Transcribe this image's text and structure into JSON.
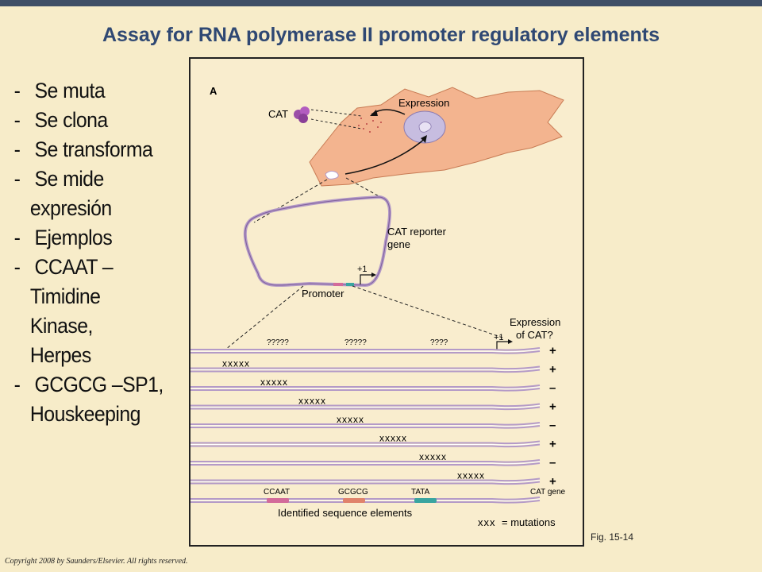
{
  "slide": {
    "title": "Assay for RNA polymerase II promoter regulatory elements",
    "bullets": [
      {
        "text": "Se muta",
        "dash": true
      },
      {
        "text": "Se clona",
        "dash": true
      },
      {
        "text": "Se transforma",
        "dash": true
      },
      {
        "text": "Se mide",
        "dash": true
      },
      {
        "text": "expresión",
        "dash": false
      },
      {
        "text": "Ejemplos",
        "dash": true
      },
      {
        "text": "CCAAT –",
        "dash": true
      },
      {
        "text": "Timidine",
        "dash": false
      },
      {
        "text": "Kinase,",
        "dash": false
      },
      {
        "text": "Herpes",
        "dash": false,
        "outdent": true
      },
      {
        "text": "GCGCG –SP1,",
        "dash": true
      },
      {
        "text": "Houskeeping",
        "dash": false
      }
    ],
    "fig_ref": "Fig. 15-14",
    "copyright": "Copyright 2008 by Saunders/Elsevier. All rights reserved."
  },
  "diagram": {
    "panel_label": "A",
    "cat_label": "CAT",
    "expression_label": "Expression",
    "reporter_label_1": "CAT reporter",
    "reporter_label_2": "gene",
    "promoter_label": "Promoter",
    "plus_one": "+1",
    "expr_header_1": "Expression",
    "expr_header_2": "of CAT?",
    "unknowns": [
      "?????",
      "?????",
      "????"
    ],
    "mutation_mark": "xxxxx",
    "results": [
      "+",
      "+",
      "–",
      "+",
      "–",
      "+",
      "–",
      "+"
    ],
    "elements": [
      "CCAAT",
      "GCGCG",
      "TATA"
    ],
    "cat_gene_label": "CAT gene",
    "identified_label": "Identified sequence elements",
    "legend_marks": "xxx",
    "legend_text": "= mutations",
    "colors": {
      "cell": "#f3b48f",
      "dna_strand": "#b49ac7",
      "ccaat": "#d36b9a",
      "gcgcg": "#e0836b",
      "tata": "#3aa5a0"
    }
  }
}
